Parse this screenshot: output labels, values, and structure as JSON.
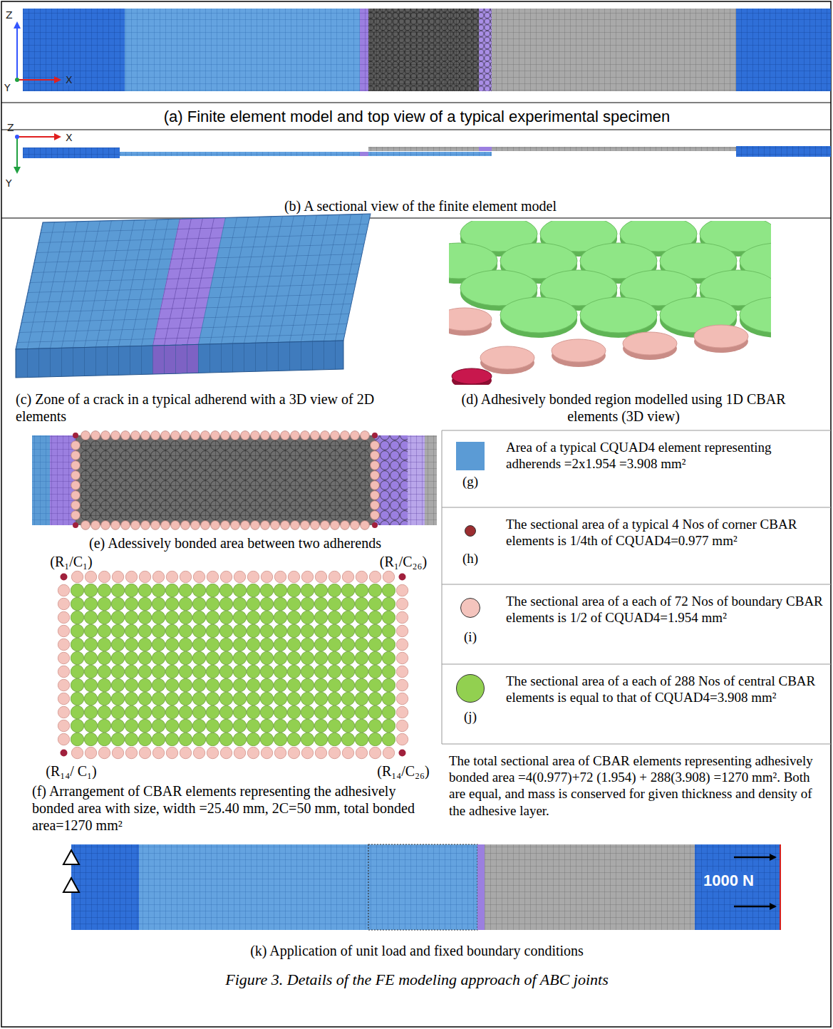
{
  "diagram": {
    "caption": "Figure 3. Details of the FE modeling approach of ABC joints",
    "labels": [
      "Z",
      "Y",
      "X",
      "(a) Finite element model and top view of a typical experimental specimen",
      "Z",
      "X",
      "Y",
      "(b) A sectional view of the finite element model",
      "(c) Zone of a crack in a typical adherend with a 3D view of 2D elements",
      "(d) Adhesively bonded region modelled using 1D CBAR elements (3D view)",
      "(e) Adessively bonded area between two adherends",
      "(R₁/C₁)",
      "(R₁/C₂₆)",
      "(R₁₄/ C₁)",
      "(R₁₄/C₂₆)",
      "(f) Arrangement of CBAR elements representing the adhesively bonded area with size, width =25.40 mm, 2C=50 mm, total bonded area=1270 mm²",
      "(g)",
      "(h)",
      "(i)",
      "(j)",
      "The total sectional area of CBAR elements representing adhesively bonded area =4(0.977)+72 (1.954) + 288(3.908) =1270 mm². Both are equal, and mass is conserved for given thickness and density of the adhesive layer.",
      "1000 N",
      "(k) Application of unit load and fixed boundary conditions"
    ],
    "legend": [
      {
        "text": "Area of a typical CQUAD4 element representing adherends =2x1.954 =3.908 mm²",
        "color": "#5b9bd5"
      },
      {
        "text": "The sectional area of a typical 4 Nos of corner CBAR elements is 1/4th of CQUAD4=0.977 mm²",
        "color": "#9b2d30"
      },
      {
        "text": "The sectional area of a each of 72 Nos of boundary CBAR elements is 1/2 of CQUAD4=1.954 mm²",
        "color": "#f4c4bd"
      },
      {
        "text": "The sectional area of a each of 288 Nos of central CBAR elements is equal to that of CQUAD4=3.908 mm²",
        "color": "#92d050"
      }
    ]
  }
}
